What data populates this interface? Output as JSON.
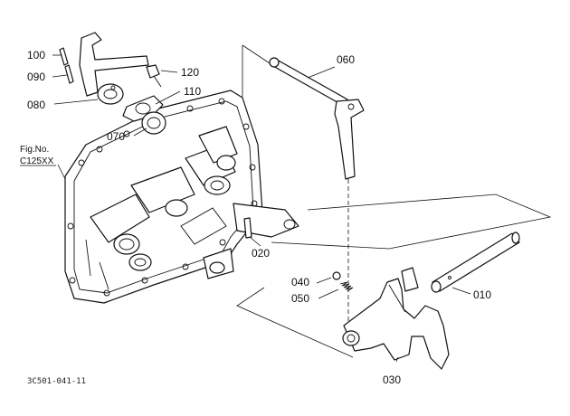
{
  "figure_reference": {
    "line1": "Fig.No.",
    "line2": "C125XX"
  },
  "drawing_code": "3C501-041-11",
  "callouts": {
    "p010": "010",
    "p020": "020",
    "p030": "030",
    "p040": "040",
    "p050": "050",
    "p060": "060",
    "p070": "070",
    "p080": "080",
    "p090": "090",
    "p100": "100",
    "p110": "110",
    "p120": "120"
  }
}
